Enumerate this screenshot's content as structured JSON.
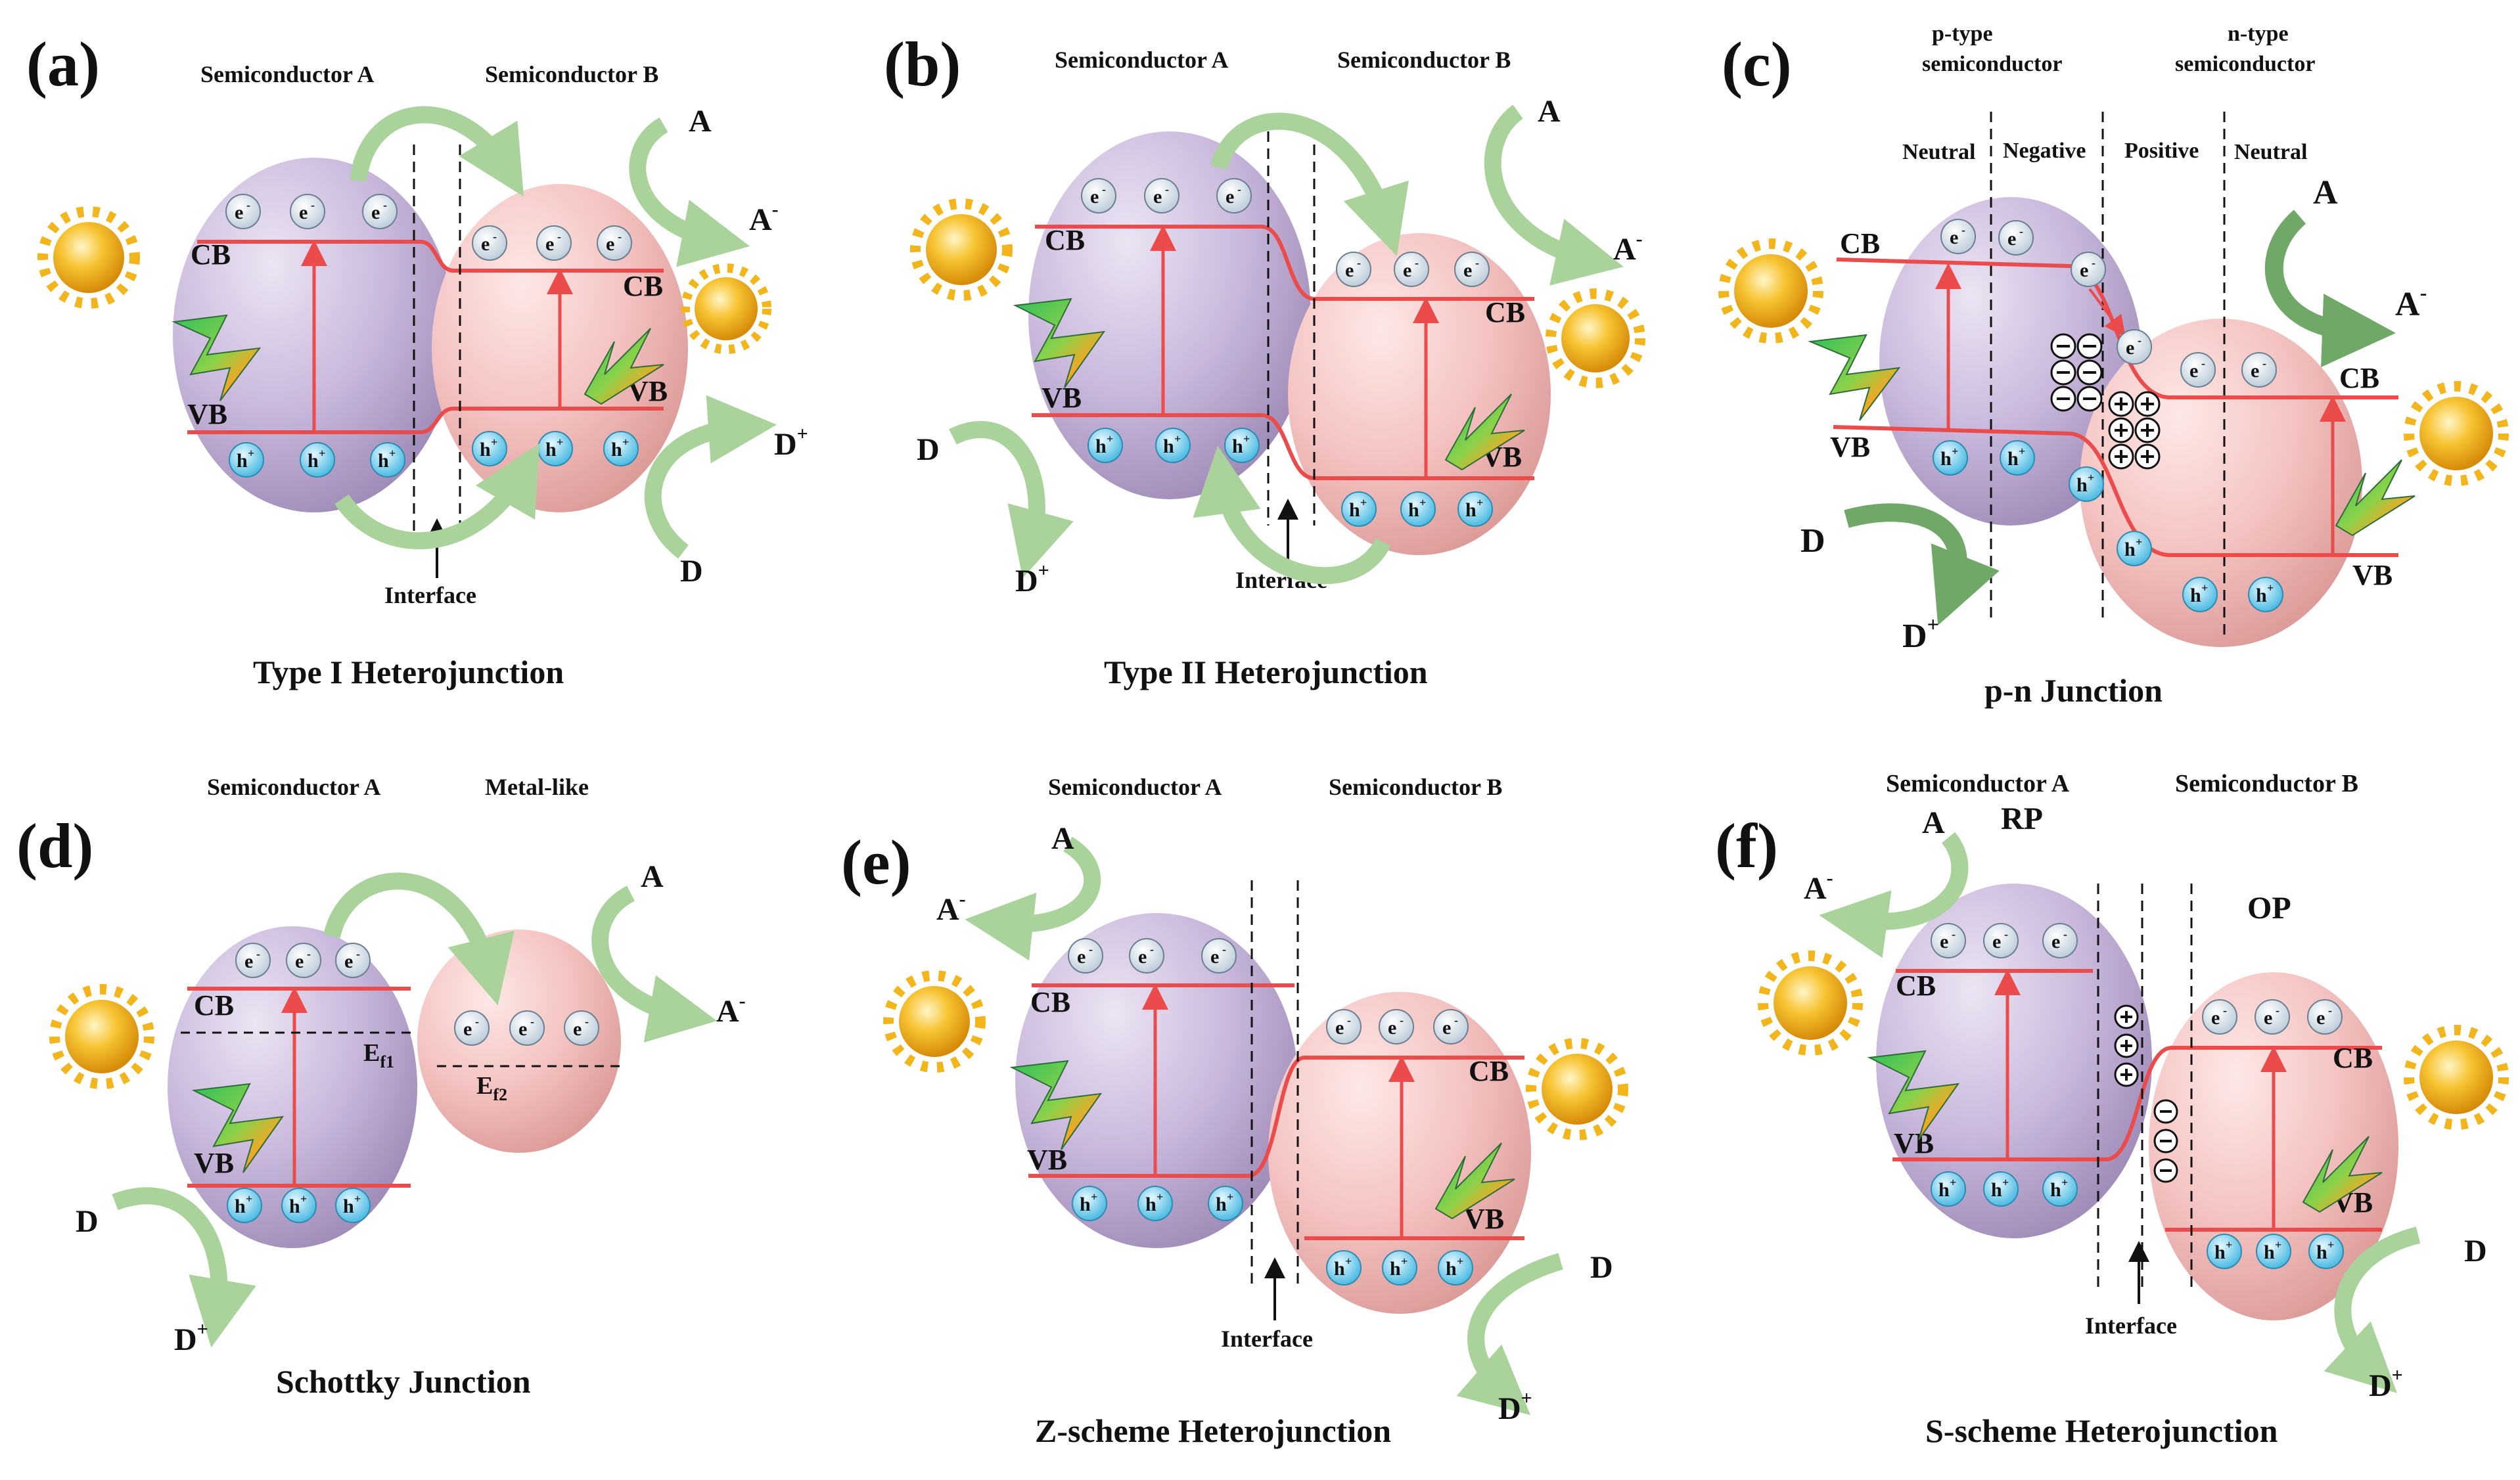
{
  "panels": [
    {
      "tag": "(a)",
      "type": "type1",
      "left_label": "Semiconductor A",
      "right_label": "Semiconductor B",
      "title": "Type I  Heterojunction",
      "interface": "Interface",
      "cb": "CB",
      "vb": "VB",
      "acceptor": "A",
      "acceptor_reduced": "A",
      "donor": "D",
      "donor_oxidized": "D"
    },
    {
      "tag": "(b)",
      "type": "type2",
      "left_label": "Semiconductor A",
      "right_label": "Semiconductor B",
      "title": "Type II  Heterojunction",
      "interface": "Interface",
      "cb": "CB",
      "vb": "VB",
      "acceptor": "A",
      "acceptor_reduced": "A",
      "donor": "D",
      "donor_oxidized": "D"
    },
    {
      "tag": "(c)",
      "type": "pn",
      "left_label_line1": "p-type",
      "left_label_line2": "semiconductor",
      "right_label_line1": "n-type",
      "right_label_line2": "semiconductor",
      "regions": [
        "Neutral",
        "Negative",
        "Positive",
        "Neutral"
      ],
      "title": "p-n Junction",
      "cb": "CB",
      "vb": "VB",
      "acceptor": "A",
      "acceptor_reduced": "A",
      "donor": "D",
      "donor_oxidized": "D"
    },
    {
      "tag": "(d)",
      "type": "schottky",
      "left_label": "Semiconductor A",
      "right_label": "Metal-like",
      "title": "Schottky Junction",
      "ef1": "E",
      "ef1_sub": "f1",
      "ef2": "E",
      "ef2_sub": "f2",
      "cb": "CB",
      "vb": "VB",
      "acceptor": "A",
      "acceptor_reduced": "A",
      "donor": "D",
      "donor_oxidized": "D"
    },
    {
      "tag": "(e)",
      "type": "zscheme",
      "left_label": "Semiconductor A",
      "right_label": "Semiconductor B",
      "title": "Z-scheme  Heterojunction",
      "interface": "Interface",
      "cb": "CB",
      "vb": "VB",
      "acceptor": "A",
      "acceptor_reduced": "A",
      "donor": "D",
      "donor_oxidized": "D"
    },
    {
      "tag": "(f)",
      "type": "sscheme",
      "left_label": "Semiconductor A",
      "right_label": "Semiconductor B",
      "rp": "RP",
      "op": "OP",
      "title": "S-scheme  Heterojunction",
      "interface": "Interface",
      "cb": "CB",
      "vb": "VB",
      "acceptor": "A",
      "acceptor_reduced": "A",
      "donor": "D",
      "donor_oxidized": "D"
    }
  ],
  "carriers": {
    "electron": "e",
    "electron_sup": "-",
    "hole": "h",
    "hole_sup": "+"
  },
  "colors": {
    "purple_particle": "#c9b8dc",
    "pink_particle": "#f2bcbc",
    "band_line": "#ec4b4b",
    "green_arrow": "#a9d39b",
    "dark_green_arrow": "#6fa867",
    "sun": "#f3b51c",
    "carrier_ball": "#dfeef7",
    "hole_ball": "#7fd0ee"
  }
}
